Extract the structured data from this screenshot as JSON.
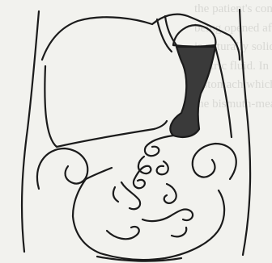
{
  "figure": {
    "ink_color": "#1b1b1b",
    "paper_color": "#f2f2ee",
    "show_through_color": "#c4c4c0",
    "shading_color": "#3a3a3a"
  },
  "show_through_text": [
    "the patient's conscio",
    "being opened after each",
    "is naturally solid, the",
    "gastric fluid. In rare cas",
    "a stomach which has been",
    "the bismuth-meal remains"
  ]
}
